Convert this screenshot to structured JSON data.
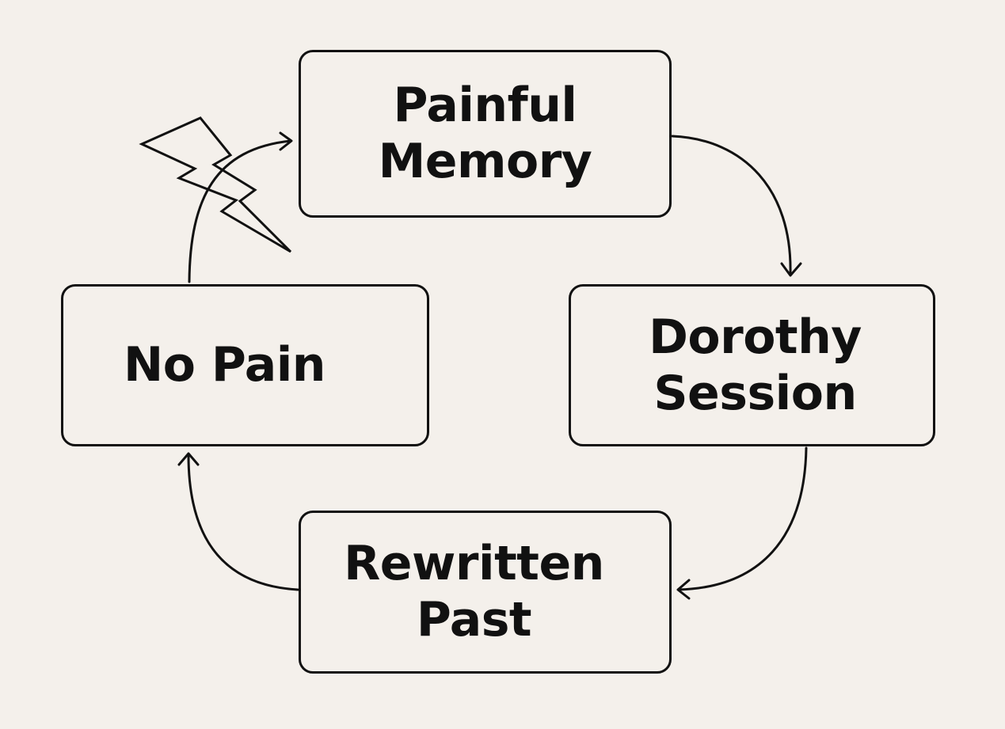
{
  "colors": {
    "background": "#f4f0eb",
    "stroke": "#111111"
  },
  "nodes": {
    "painful_memory": "Painful\nMemory",
    "dorothy_session": "Dorothy\nSession",
    "rewritten_past": "Rewritten\nPast",
    "no_pain": "No Pain"
  },
  "icons": {
    "lightning": "lightning-bolt-icon"
  },
  "edges": [
    {
      "from": "Painful Memory",
      "to": "Dorothy Session"
    },
    {
      "from": "Dorothy Session",
      "to": "Rewritten Past"
    },
    {
      "from": "Rewritten Past",
      "to": "No Pain"
    },
    {
      "from": "No Pain",
      "to": "Painful Memory"
    }
  ]
}
